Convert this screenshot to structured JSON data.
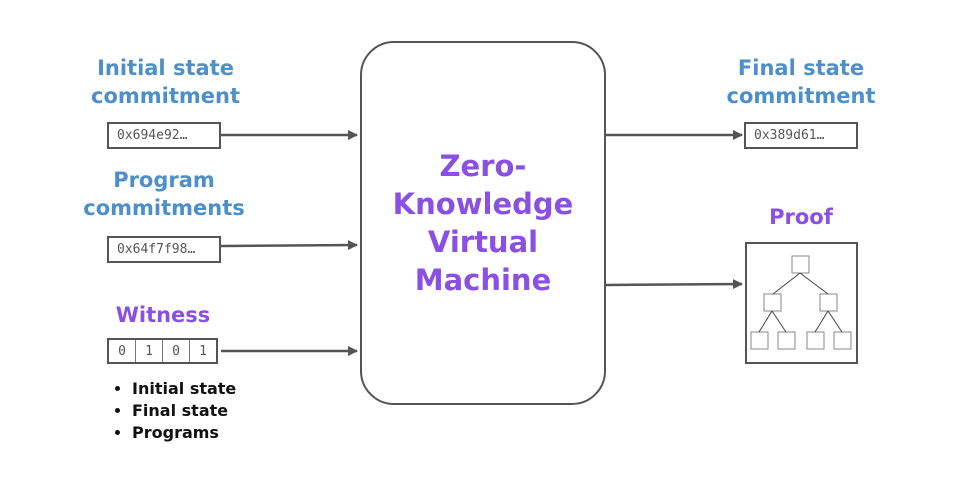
{
  "inputs": {
    "initial_state": {
      "heading": "Initial state\ncommitment",
      "value": "0x694e92…"
    },
    "program": {
      "heading": "Program\ncommitments",
      "value": "0x64f7f98…"
    },
    "witness": {
      "heading": "Witness",
      "bits": [
        "0",
        "1",
        "0",
        "1"
      ],
      "items": [
        "Initial state",
        "Final state",
        "Programs"
      ]
    }
  },
  "vm": {
    "title": "Zero-\nKnowledge\nVirtual\nMachine"
  },
  "outputs": {
    "final_state": {
      "heading": "Final state\ncommitment",
      "value": "0x389d61…"
    },
    "proof": {
      "heading": "Proof"
    }
  },
  "colors": {
    "blue_heading": "#4f8fc9",
    "purple_accent": "#8a4fe3",
    "line": "#555555"
  }
}
